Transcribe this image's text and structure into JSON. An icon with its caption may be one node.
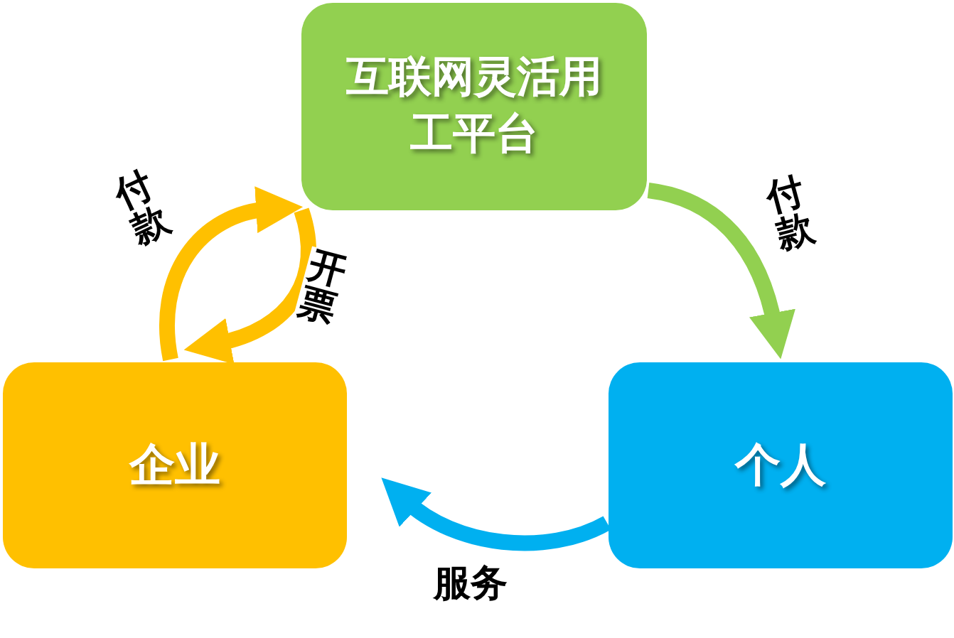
{
  "diagram": {
    "nodes": [
      {
        "text": [
          "互联网灵活用工平台"
        ]
      },
      {
        "text": [
          "企业"
        ]
      },
      {
        "text": [
          "个人"
        ]
      }
    ],
    "edges": [
      {
        "from": 0,
        "to": 2,
        "arrow": "to",
        "label": "付款",
        "color": "#92d050"
      },
      {
        "from": 1,
        "to": 0,
        "arrow": "to",
        "label": "付款",
        "color": "#ffc000"
      },
      {
        "from": 0,
        "to": 1,
        "arrow": "to",
        "label": "开票",
        "color": "#ffc000"
      },
      {
        "from": 2,
        "to": 1,
        "arrow": "to",
        "label": "服务",
        "color": "#00b0f0"
      }
    ]
  }
}
